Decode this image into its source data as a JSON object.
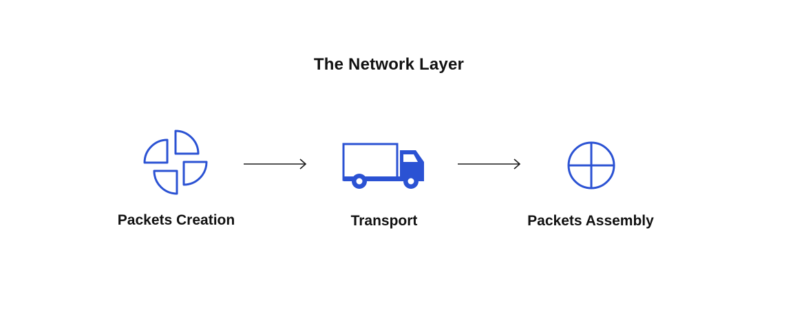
{
  "title": "The Network Layer",
  "accent_color": "#2b52d3",
  "arrow_color": "#1a1a1a",
  "steps": [
    {
      "label": "Packets Creation",
      "icon": "packet-pieces-icon"
    },
    {
      "label": "Transport",
      "icon": "truck-icon"
    },
    {
      "label": "Packets Assembly",
      "icon": "assembled-packet-icon"
    }
  ]
}
